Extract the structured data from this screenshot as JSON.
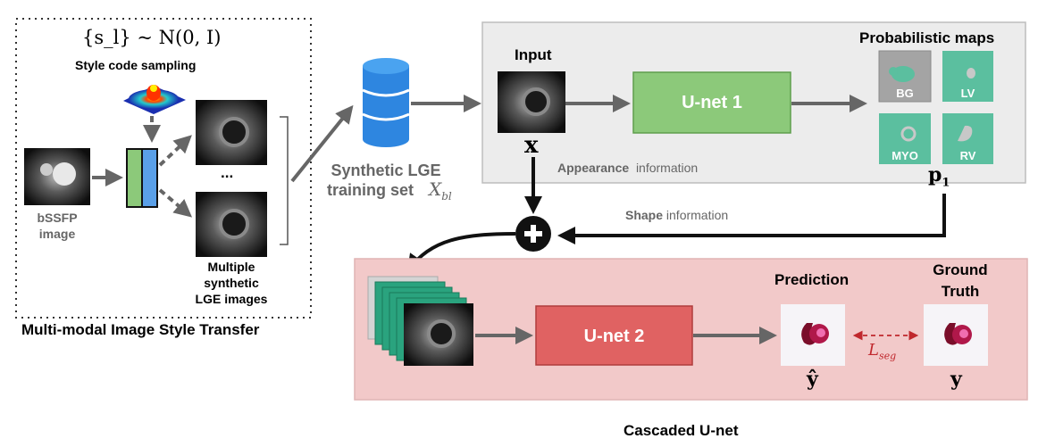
{
  "mist": {
    "style_formula": "{s_l} ~ N(0, I)",
    "style_code_label": "Style code sampling",
    "input_label_line1": "bSSFP",
    "input_label_line2": "image",
    "ellipsis": "...",
    "output_label_line1": "Multiple",
    "output_label_line2": "synthetic",
    "output_label_line3": "LGE images",
    "title": "Multi-modal Image Style Transfer"
  },
  "dataset": {
    "label_line1": "Synthetic LGE",
    "label_line2": "training set",
    "symbol": "X",
    "symbol_sub": "bl"
  },
  "unet1_panel": {
    "input_label": "Input",
    "x_symbol": "x",
    "unet_label": "U-net 1",
    "appearance_bold": "Appearance",
    "appearance_rest": "information",
    "prob_maps_label": "Probabilistic maps",
    "maps": [
      "BG",
      "LV",
      "MYO",
      "RV"
    ],
    "p_symbol": "p",
    "p_sub": "1"
  },
  "shape_info": {
    "bold": "Shape",
    "rest": "information"
  },
  "unet2_panel": {
    "unet_label": "U-net 2",
    "prediction_label": "Prediction",
    "gt_line1": "Ground",
    "gt_line2": "Truth",
    "yhat_symbol": "ŷ",
    "y_symbol": "y",
    "loss_symbol": "L",
    "loss_sub": "seg",
    "title": "Cascaded U-net"
  },
  "colors": {
    "unet1_fill": "#8cc97a",
    "unet2_fill": "#e06262",
    "panel1_bg": "#ececec",
    "panel2_bg": "#f2c9c9",
    "map_teal": "#5bbf9f",
    "arrow": "#666666"
  }
}
